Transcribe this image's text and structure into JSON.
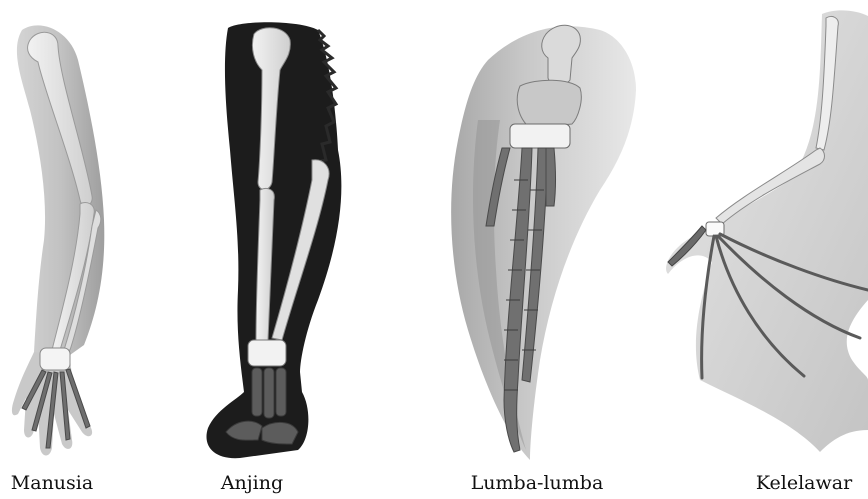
{
  "figure": {
    "captions": {
      "human": "Manusia",
      "dog": "Anjing",
      "dolphin": "Lumba-lumba",
      "bat": "Kelelawar"
    }
  }
}
